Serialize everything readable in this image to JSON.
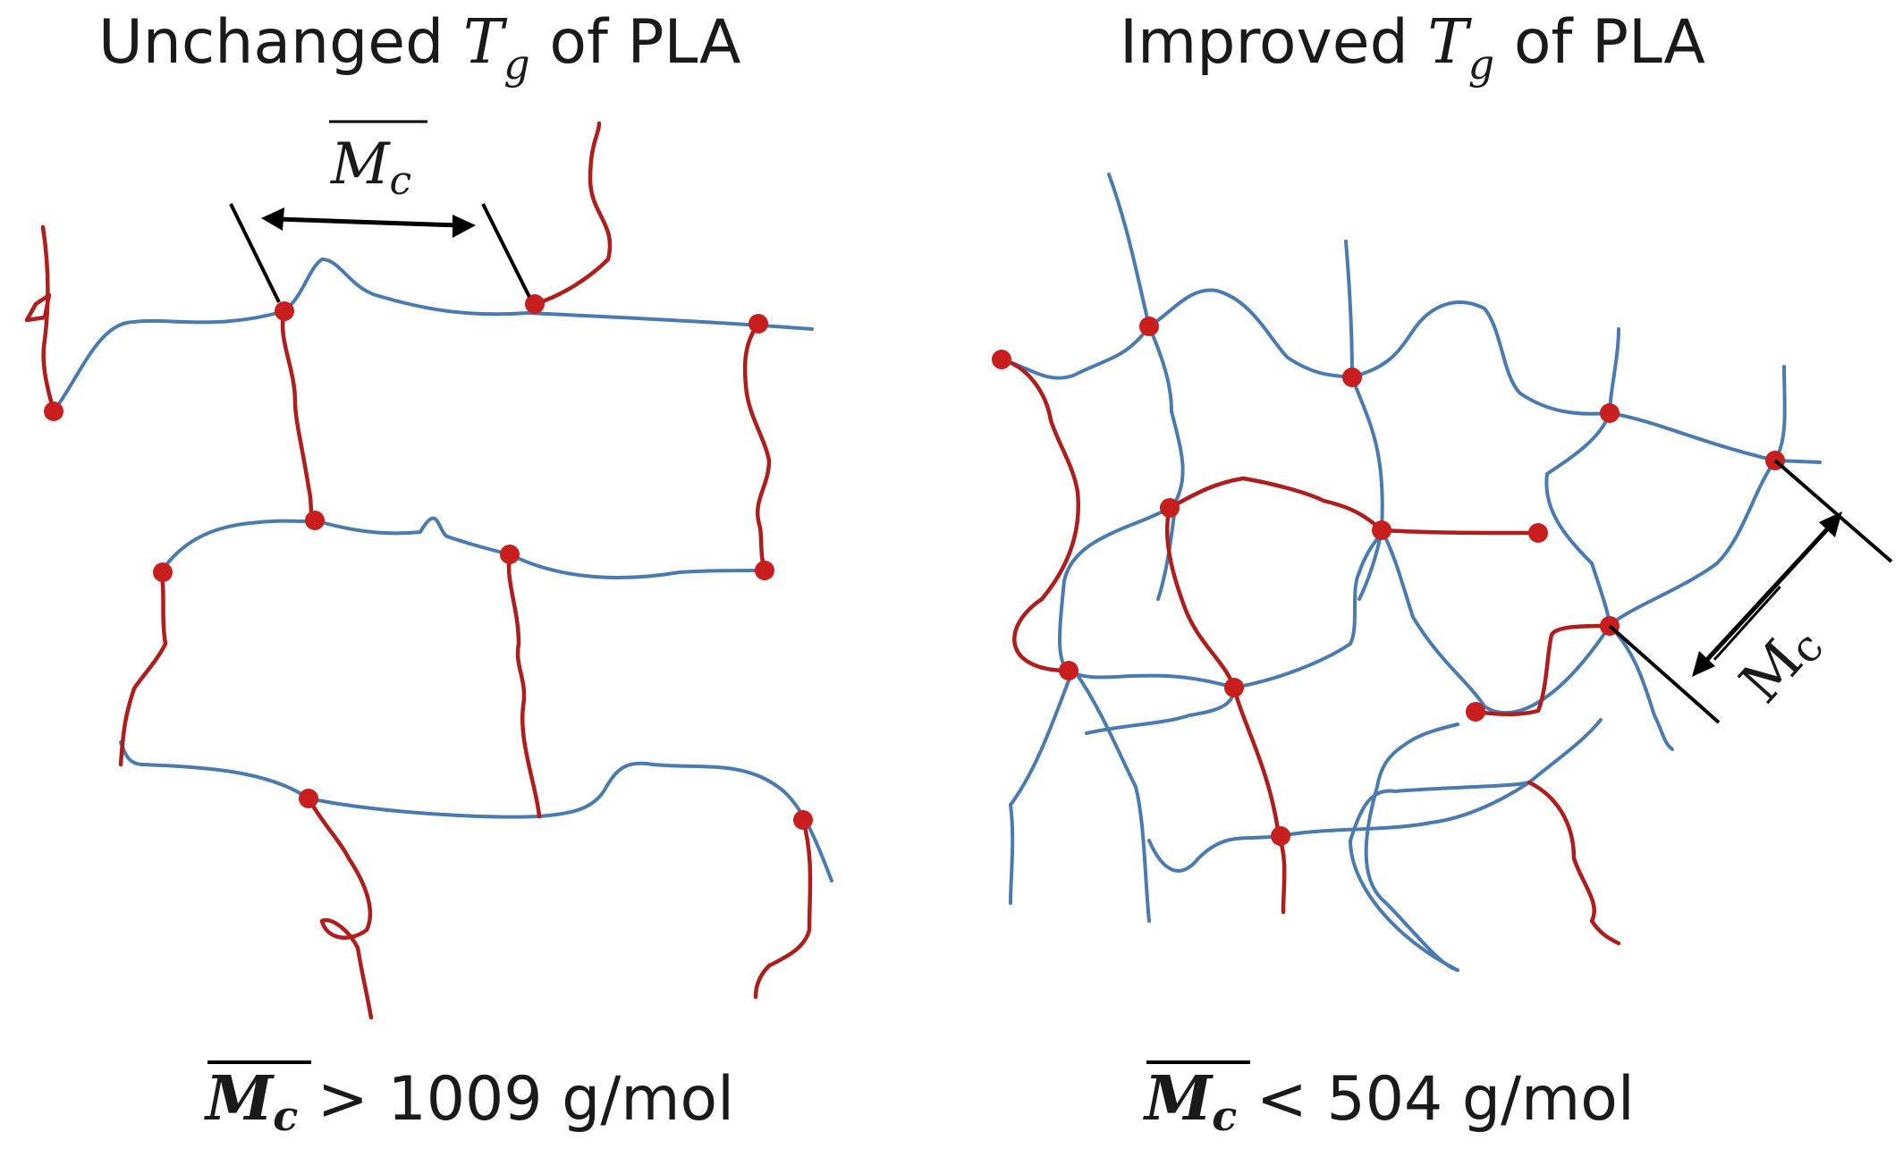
{
  "left_panel": {
    "title_prefix": "Unchanged ",
    "title_symbol": "T",
    "title_subscript": "g",
    "title_suffix": " of PLA",
    "mc_label": "M",
    "mc_sub": "c",
    "caption_symbol": "M",
    "caption_sub": "c",
    "caption_relation": " > 1009 g/mol"
  },
  "right_panel": {
    "title_prefix": "Improved ",
    "title_symbol": "T",
    "title_subscript": "g",
    "title_suffix": " of PLA",
    "mc_label": "M",
    "mc_sub": "c",
    "caption_symbol": "M",
    "caption_sub": "c",
    "caption_relation": " < 504 g/mol"
  },
  "colors": {
    "chain": "#4a7bb0",
    "crosslinker": "#b01d1d",
    "node": "#c81e1e"
  }
}
